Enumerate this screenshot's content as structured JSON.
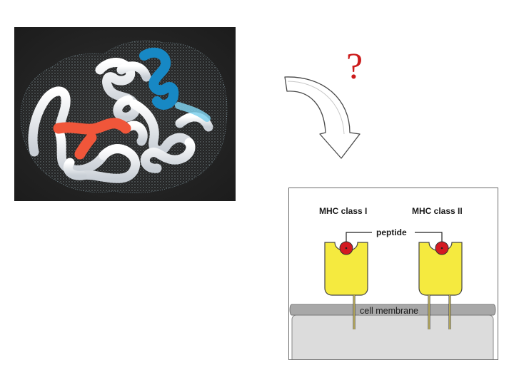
{
  "diagram": {
    "question_mark": "?",
    "mhc_panel": {
      "label_class_i": "MHC class I",
      "label_class_ii": "MHC class II",
      "label_peptide": "peptide",
      "label_membrane": "cell membrane"
    },
    "colors": {
      "protein_background": "#262626",
      "helix_blue": "#1788c4",
      "helix_red": "#f0563a",
      "question_mark": "#cc1b1b",
      "mhc_yellow": "#f5ea3f",
      "peptide_red": "#d31a22",
      "membrane_gray": "#a8a8a8",
      "cell_interior": "#dcdcdc"
    }
  }
}
